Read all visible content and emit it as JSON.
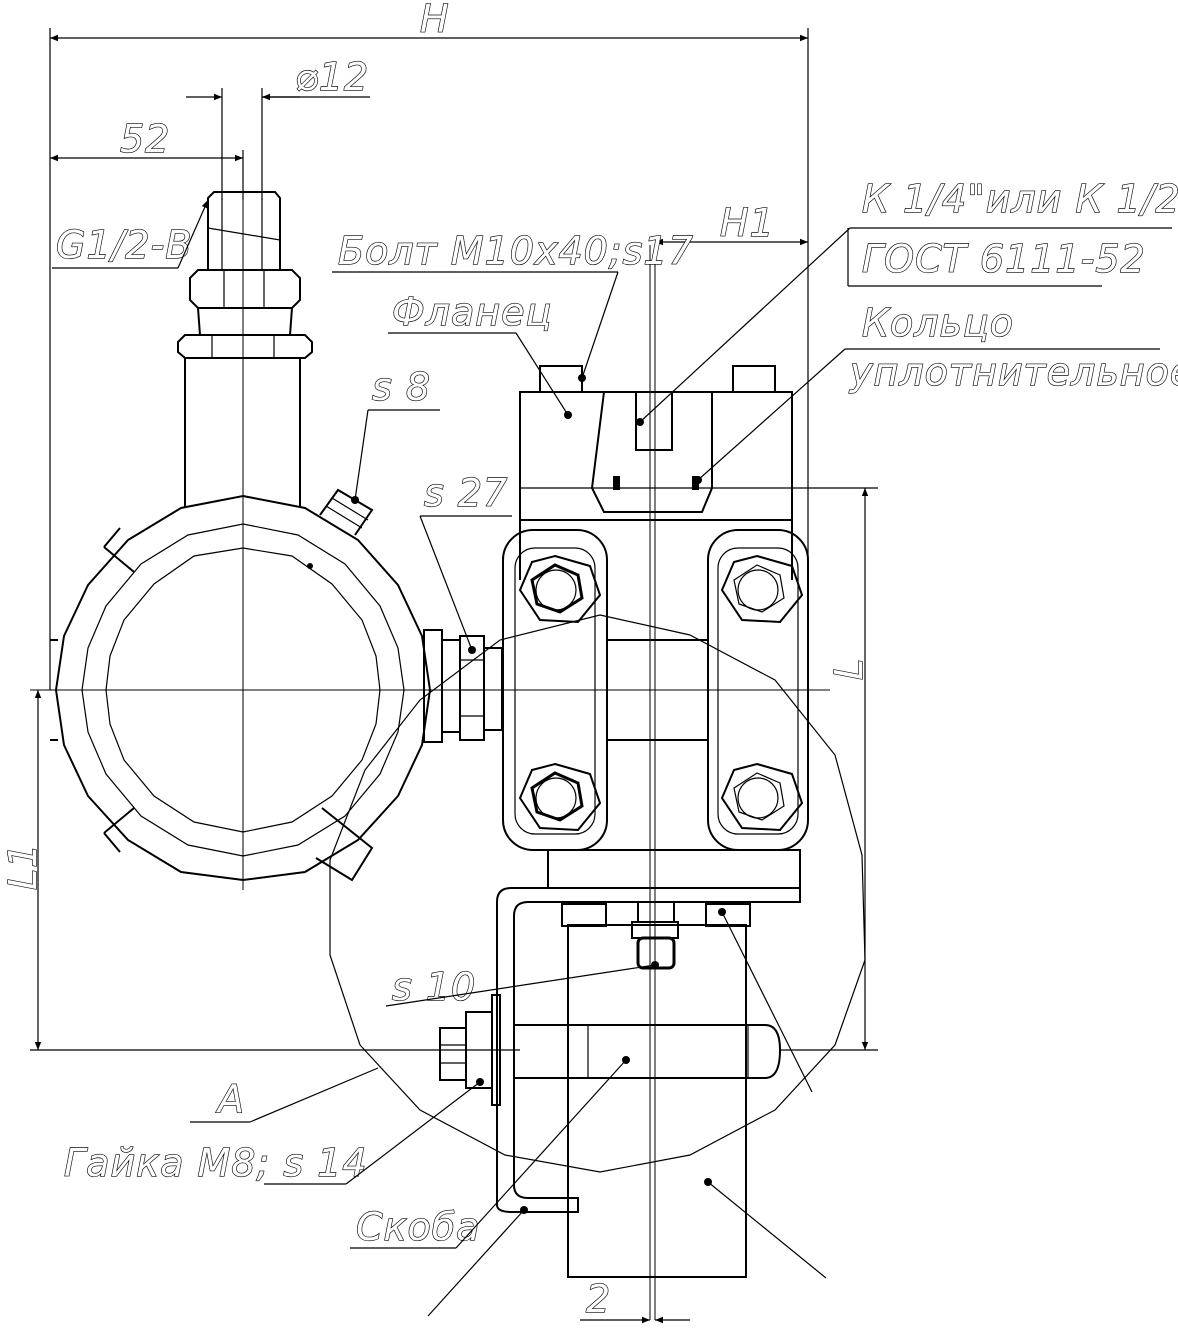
{
  "dimensions": {
    "overall_width": "H",
    "diameter": "⌀12",
    "offset": "52",
    "thread": "G1/2-B",
    "h1": "H1",
    "height_l": "L",
    "height_l1": "L1",
    "gap": "2"
  },
  "callouts": {
    "bolt": "Болт М10х40;s17",
    "flange": "Фланец",
    "port_thread": "К 1/4\"или К 1/2\"",
    "standard": "ГОСТ 6111-52",
    "ring_line1": "Кольцо",
    "ring_line2": "уплотнительное",
    "wrench_s8": "s 8",
    "wrench_s27": "s 27",
    "wrench_s10": "s 10",
    "view_a": "А",
    "nut": "Гайка М8; s 14",
    "bracket": "Скоба"
  }
}
